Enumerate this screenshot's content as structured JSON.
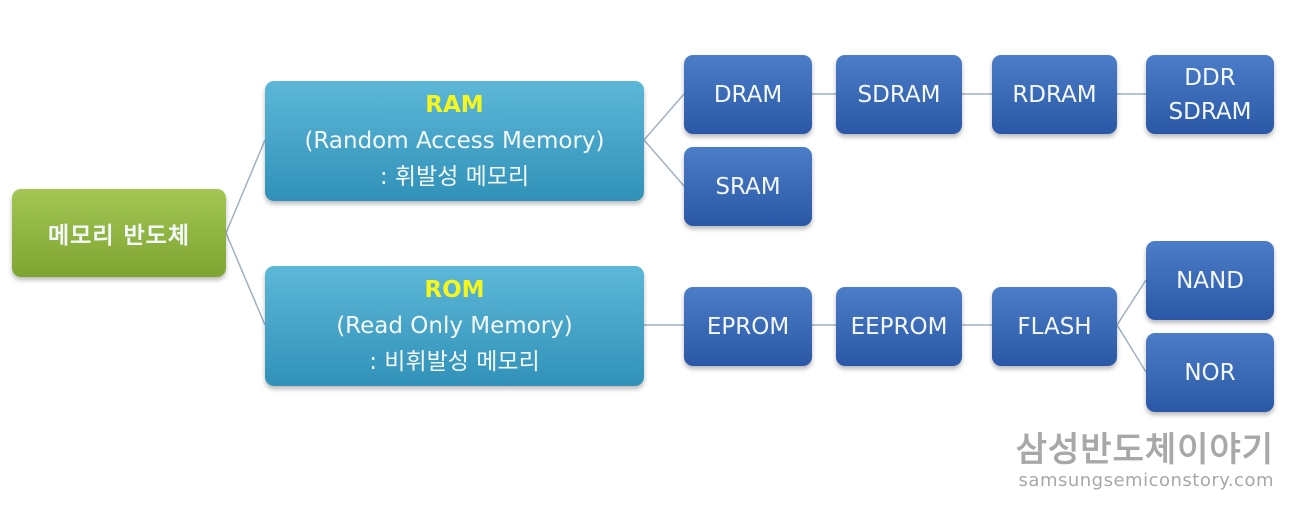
{
  "diagram": {
    "root": {
      "label": "메모리 반도체",
      "color": "#8cb03e"
    },
    "branches": [
      {
        "acronym": "RAM",
        "full_name": "(Random Access Memory)",
        "description": ": 휘발성 메모리",
        "children_chain": [
          "DRAM",
          "SDRAM",
          "RDRAM",
          "DDR SDRAM"
        ],
        "other_children": [
          "SRAM"
        ]
      },
      {
        "acronym": "ROM",
        "full_name": "(Read Only Memory)",
        "description": ": 비휘발성 메모리",
        "children_chain": [
          "EPROM",
          "EEPROM",
          "FLASH"
        ],
        "flash_children": [
          "NAND",
          "NOR"
        ]
      }
    ],
    "colors": {
      "root": "#8cb03e",
      "branch": "#4aa6ca",
      "leaf": "#3566b5",
      "acronym_text": "#f5f520",
      "connector": "#9aaebf"
    }
  },
  "watermark": {
    "title": "삼성반도체이야기",
    "url": "samsungsemiconstory.com"
  }
}
